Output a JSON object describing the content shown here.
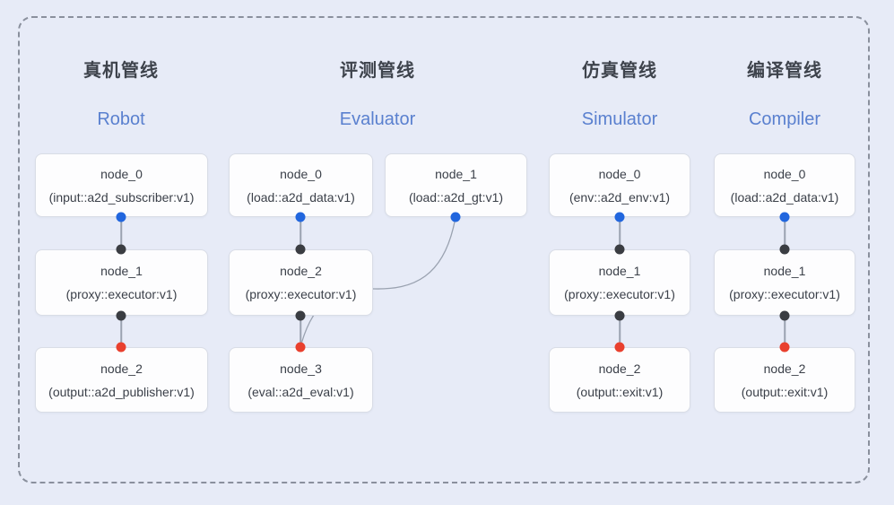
{
  "diagram": {
    "kind": "pipeline-node-graph",
    "frame_style": "rounded-dashed-rectangle"
  },
  "colors": {
    "background": "#e7ebf7",
    "frame_dash": "#8a909d",
    "node_bg": "#fdfdfe",
    "node_border": "#d9dde6",
    "node_text": "#3b4049",
    "title_cn": "#3e434c",
    "title_en": "#5a80cf",
    "edge_line": "#9aa2b0",
    "port_output_blue": "#2166de",
    "port_mid_dark": "#3a3d42",
    "port_final_red": "#e9402e"
  },
  "pipelines": [
    {
      "title_cn": "真机管线",
      "title_en": "Robot",
      "nodes": [
        {
          "name": "node_0",
          "type": "(input::a2d_subscriber:v1)"
        },
        {
          "name": "node_1",
          "type": "(proxy::executor:v1)"
        },
        {
          "name": "node_2",
          "type": "(output::a2d_publisher:v1)"
        }
      ]
    },
    {
      "title_cn": "评测管线",
      "title_en": "Evaluator",
      "nodes": [
        {
          "name": "node_0",
          "type": "(load::a2d_data:v1)"
        },
        {
          "name": "node_1",
          "type": "(load::a2d_gt:v1)"
        },
        {
          "name": "node_2",
          "type": "(proxy::executor:v1)"
        },
        {
          "name": "node_3",
          "type": "(eval::a2d_eval:v1)"
        }
      ]
    },
    {
      "title_cn": "仿真管线",
      "title_en": "Simulator",
      "nodes": [
        {
          "name": "node_0",
          "type": "(env::a2d_env:v1)"
        },
        {
          "name": "node_1",
          "type": "(proxy::executor:v1)"
        },
        {
          "name": "node_2",
          "type": "(output::exit:v1)"
        }
      ]
    },
    {
      "title_cn": "编译管线",
      "title_en": "Compiler",
      "nodes": [
        {
          "name": "node_0",
          "type": "(load::a2d_data:v1)"
        },
        {
          "name": "node_1",
          "type": "(proxy::executor:v1)"
        },
        {
          "name": "node_2",
          "type": "(output::exit:v1)"
        }
      ]
    }
  ]
}
